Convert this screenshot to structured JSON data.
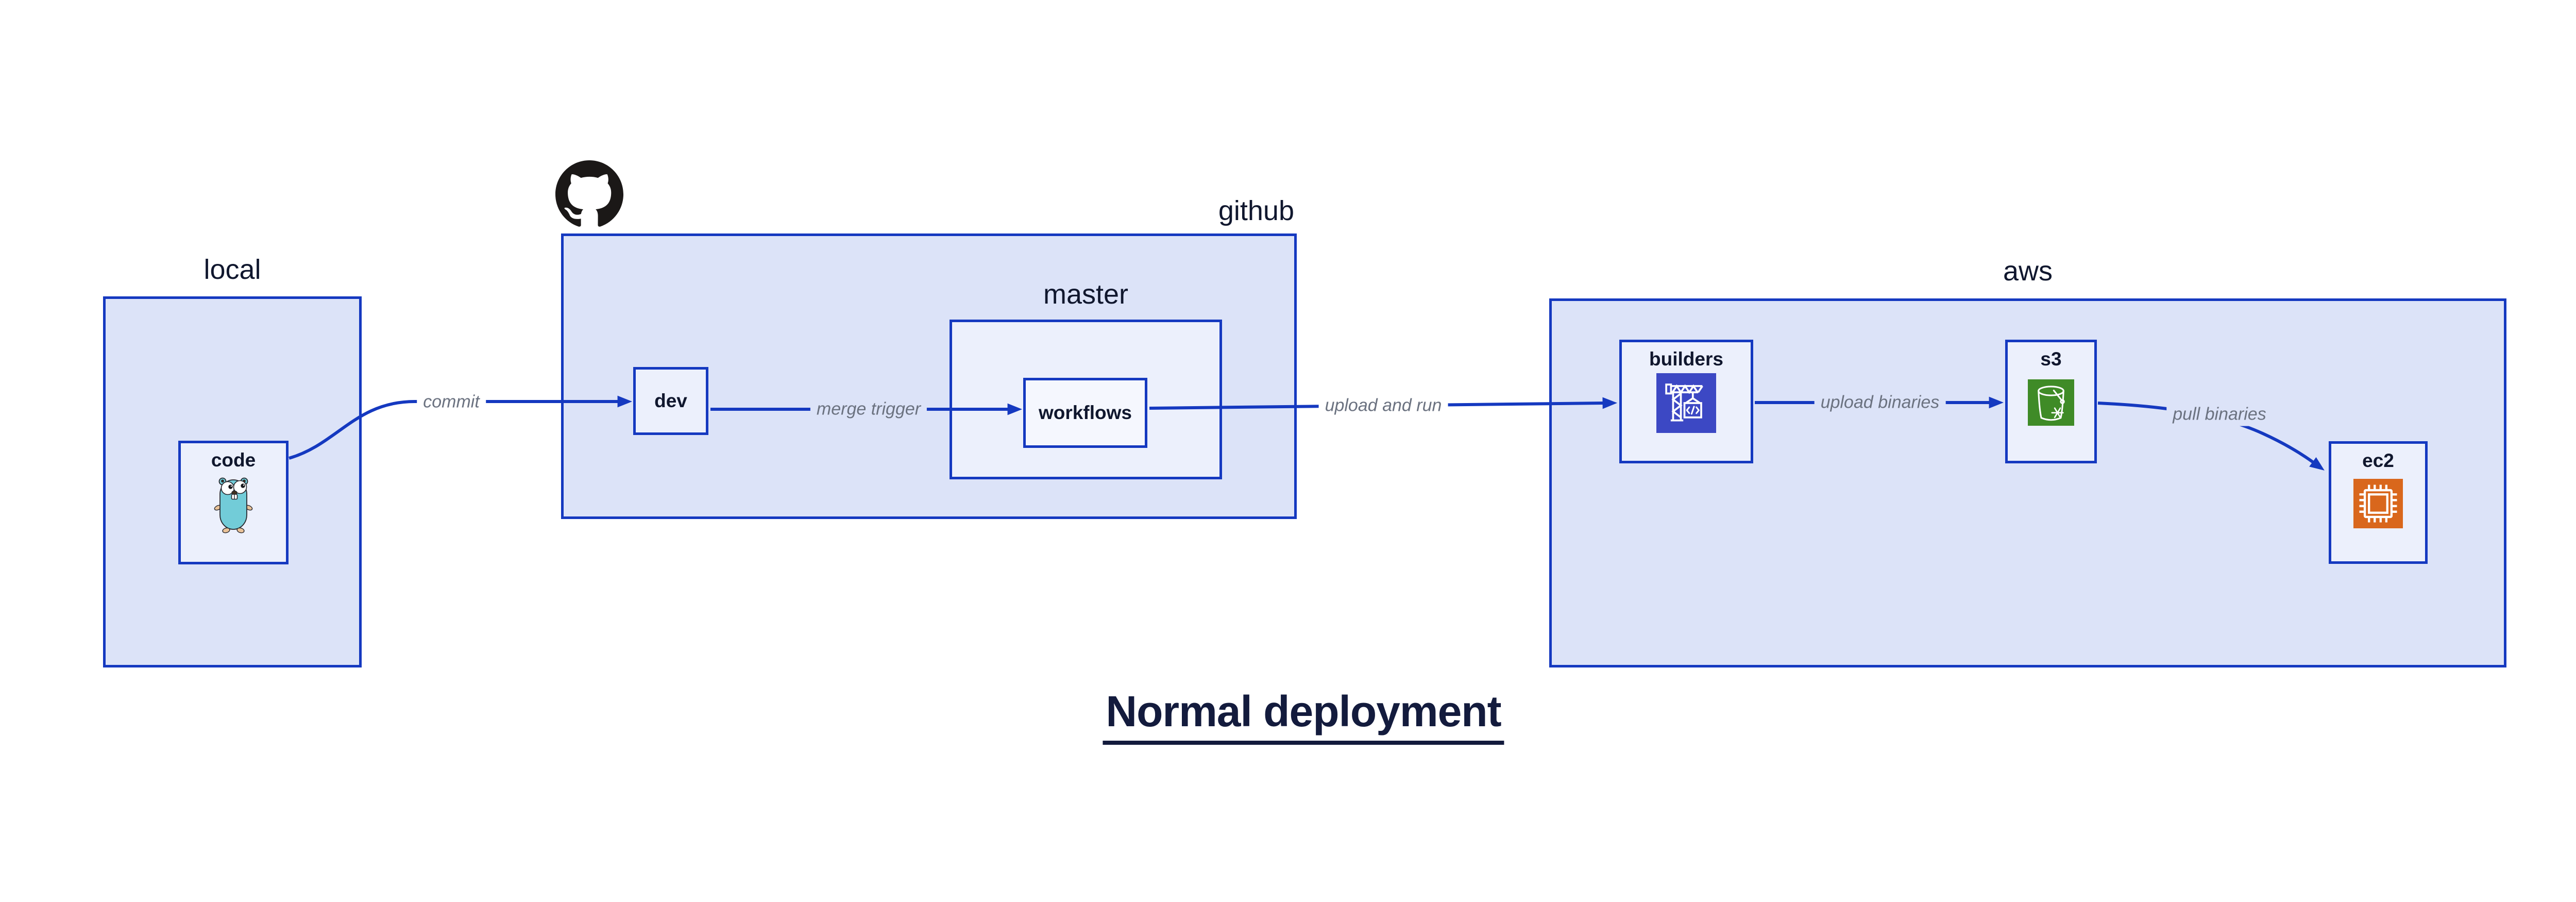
{
  "diagram": {
    "title": "Normal deployment",
    "type": "deployment-flow-diagram"
  },
  "groups": {
    "local": {
      "label": "local"
    },
    "github": {
      "label": "github"
    },
    "master": {
      "label": "master"
    },
    "aws": {
      "label": "aws"
    }
  },
  "nodes": {
    "code": {
      "label": "code",
      "icon": "go-gopher-icon"
    },
    "dev": {
      "label": "dev"
    },
    "workflows": {
      "label": "workflows"
    },
    "builders": {
      "label": "builders",
      "icon": "codebuild-crane-icon"
    },
    "s3": {
      "label": "s3",
      "icon": "s3-bucket-icon"
    },
    "ec2": {
      "label": "ec2",
      "icon": "ec2-chip-icon"
    }
  },
  "edges": [
    {
      "from": "code",
      "to": "dev",
      "label": "commit"
    },
    {
      "from": "dev",
      "to": "workflows",
      "label": "merge trigger"
    },
    {
      "from": "workflows",
      "to": "builders",
      "label": "upload and run"
    },
    {
      "from": "builders",
      "to": "s3",
      "label": "upload binaries"
    },
    {
      "from": "s3",
      "to": "ec2",
      "label": "pull binaries"
    }
  ],
  "icons": {
    "github_logo": "github-octocat-icon"
  },
  "colors": {
    "edge-blue": "#1539c0",
    "border-blue": "#1539c0",
    "container-fill": "#dce3f8",
    "node-fill": "#ecf0fc",
    "inner-node-fill": "#f5f7fe",
    "label-navy": "#10172e",
    "edge-label-gray": "#6b7280",
    "title-navy": "#131b3d",
    "gopher-teal": "#72ccd8",
    "builders-indigo": "#3c48c4",
    "s3-green": "#3f8b27",
    "ec2-orange": "#d9671c",
    "octocat-black": "#1b1817",
    "canvas-white": "#ffffff"
  }
}
